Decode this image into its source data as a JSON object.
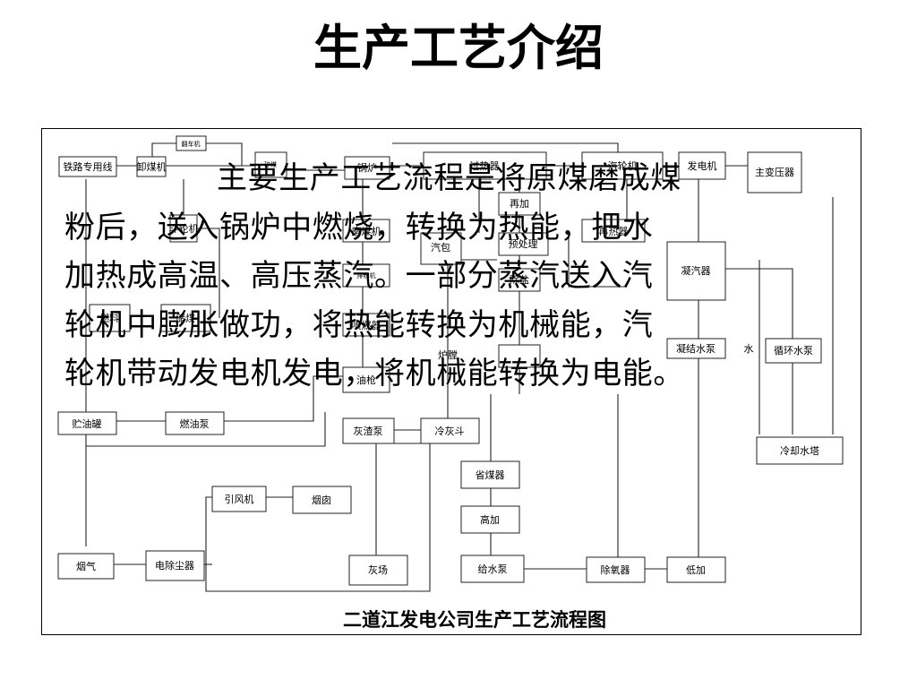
{
  "slide": {
    "title": "生产工艺介绍",
    "caption": "二道江发电公司生产工艺流程图",
    "overlay_lines": [
      "主要生产工艺流程是将原煤磨成煤",
      "粉后，送入锅炉中燃烧，转换为热能，把水",
      "加热成高温、高压蒸汽。一部分蒸汽送入汽",
      "轮机中膨胀做功，将热能转换为机械能，汽",
      "轮机带动发电机发电，将机械能转换为电能。"
    ]
  },
  "diagram": {
    "nodes": {
      "fanche": "翻车机",
      "tielu": "铁路专用线",
      "xiemei": "卸煤机",
      "doulun": "斗轮机",
      "ranliao": "燃料",
      "chubu": "储煤",
      "mochu": "磨煤机",
      "gaoguo": "锅炉",
      "qibao": "汽包",
      "ranjiqi": "过热器",
      "penran": "喷燃器",
      "lutang": "炉膛",
      "yuqi": "油枪",
      "shengjia": "再加",
      "yuchuli": "预处理",
      "chuyan": "除盐",
      "zaire": "再热器",
      "qilunji": "汽轮机",
      "fadianji": "发电机",
      "zhubian": "主变压器",
      "ningqi": "凝汽器",
      "ningjie": "凝结水泵",
      "shui": "水",
      "xunhuan": "循环水泵",
      "lengque": "冷却水塔",
      "chuyouguan": "贮油罐",
      "ranyoubeng": "燃油泵",
      "huizhabeng": "灰渣泵",
      "lenghuidou": "冷灰斗",
      "shengmeiqi": "省煤器",
      "gaojia": "高加",
      "yinfengji": "引风机",
      "yancong": "烟囱",
      "yanqi": "烟气",
      "dianchuchen": "电除尘器",
      "huichang": "灰场",
      "geishuibeng": "给水泵",
      "chuyangqi": "除氧器",
      "dijia": "低加",
      "shuoyu": "碎煤",
      "paifenji": "排粉机"
    }
  }
}
